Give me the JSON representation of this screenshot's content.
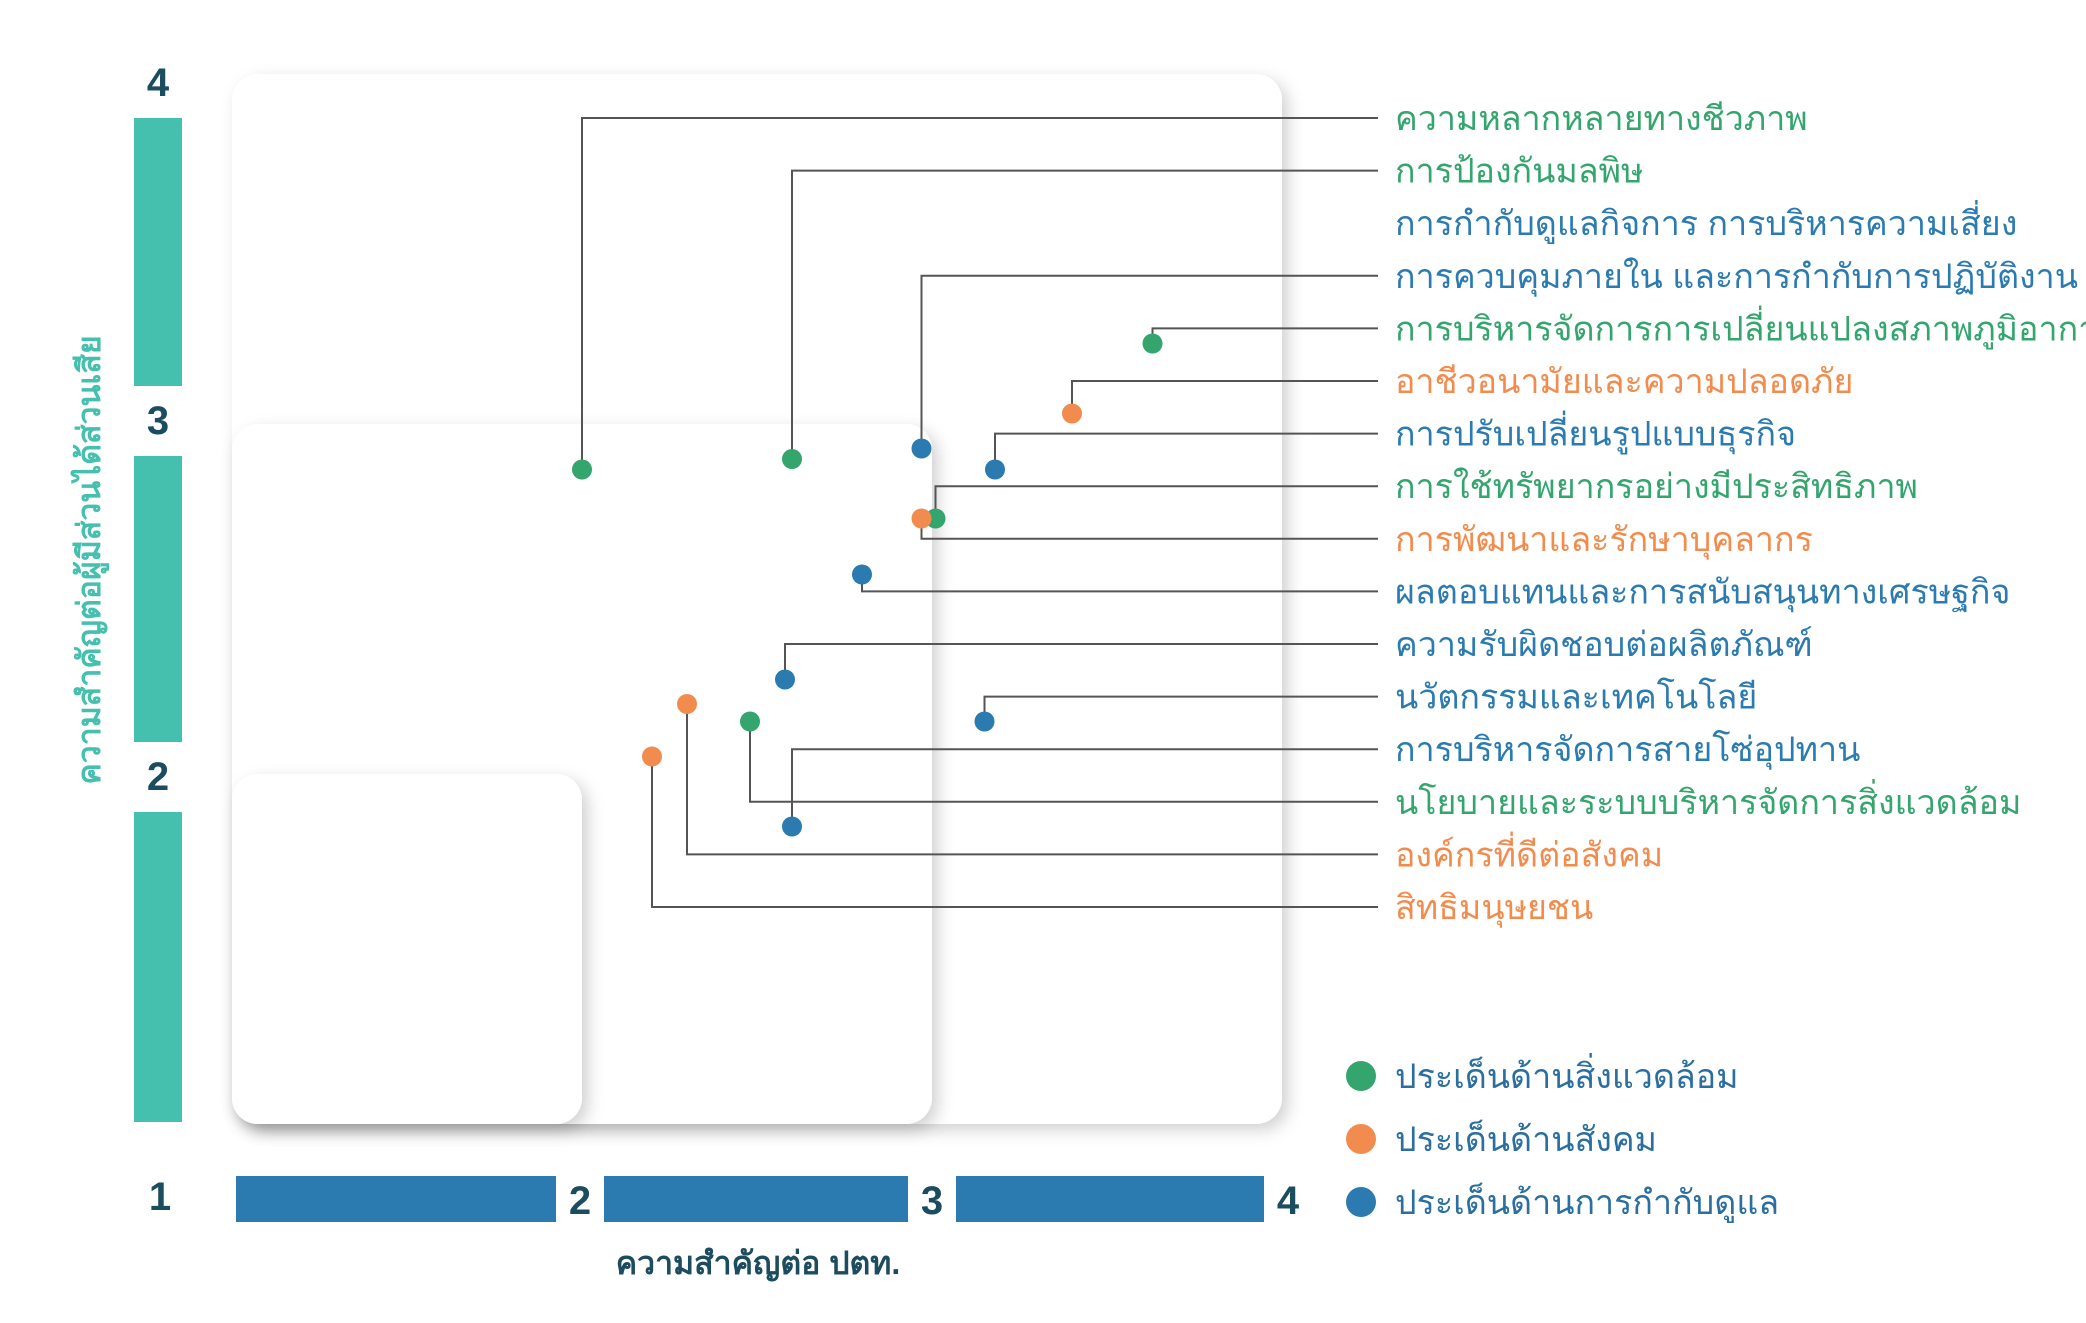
{
  "chart_data": {
    "type": "scatter",
    "xlabel": "ความสำคัญต่อ ปตท.",
    "ylabel": "ความสำคัญต่อผู้มีส่วนได้ส่วนเสีย",
    "xlim": [
      1,
      4
    ],
    "ylim": [
      1,
      4
    ],
    "x_ticks": [
      "1",
      "2",
      "3",
      "4"
    ],
    "y_ticks": [
      "1",
      "2",
      "3",
      "4"
    ],
    "grid": false,
    "legend_position": "right",
    "colors": {
      "environment": "#35a56e",
      "social": "#f28c4e",
      "governance": "#2b7bb0",
      "x_axis_bar": "#2b7bb0",
      "y_axis_bar": "#45c0ae",
      "tick_text": "#1c4c5f",
      "leader_line": "#555555"
    },
    "legend": [
      {
        "category": "environment",
        "label": "ประเด็นด้านสิ่งแวดล้อม"
      },
      {
        "category": "social",
        "label": "ประเด็นด้านสังคม"
      },
      {
        "category": "governance",
        "label": "ประเด็นด้านการกำกับดูแล"
      }
    ],
    "points": [
      {
        "label": "ความหลากหลายทางชีวภาพ",
        "category": "environment",
        "x": 2.0,
        "y": 2.87
      },
      {
        "label": "การป้องกันมลพิษ",
        "category": "environment",
        "x": 2.6,
        "y": 2.9
      },
      {
        "label": "การกำกับดูแลกิจการ การบริหารความเสี่ยง\nการควบคุมภายใน และการกำกับการปฏิบัติงาน",
        "category": "governance",
        "x": 2.97,
        "y": 2.93
      },
      {
        "label": "การบริหารจัดการการเปลี่ยนแปลงสภาพภูมิอากาศ",
        "category": "environment",
        "x": 3.63,
        "y": 3.23
      },
      {
        "label": "อาชีวอนามัยและความปลอดภัย",
        "category": "social",
        "x": 3.4,
        "y": 3.03
      },
      {
        "label": "การปรับเปลี่ยนรูปแบบธุรกิจ",
        "category": "governance",
        "x": 3.18,
        "y": 2.87
      },
      {
        "label": "การใช้ทรัพยากรอย่างมีประสิทธิภาพ",
        "category": "environment",
        "x": 3.01,
        "y": 2.73
      },
      {
        "label": "การพัฒนาและรักษาบุคลากร",
        "category": "social",
        "x": 2.97,
        "y": 2.73
      },
      {
        "label": "ผลตอบแทนและการสนับสนุนทางเศรษฐกิจ",
        "category": "governance",
        "x": 2.8,
        "y": 2.57
      },
      {
        "label": "ความรับผิดชอบต่อผลิตภัณฑ์",
        "category": "governance",
        "x": 2.58,
        "y": 2.27
      },
      {
        "label": "นวัตกรรมและเทคโนโลยี",
        "category": "governance",
        "x": 3.15,
        "y": 2.15
      },
      {
        "label": "การบริหารจัดการสายโซ่อุปทาน",
        "category": "governance",
        "x": 2.6,
        "y": 1.85
      },
      {
        "label": "นโยบายและระบบบริหารจัดการสิ่งแวดล้อม",
        "category": "environment",
        "x": 2.48,
        "y": 2.15
      },
      {
        "label": "องค์กรที่ดีต่อสังคม",
        "category": "social",
        "x": 2.3,
        "y": 2.2
      },
      {
        "label": "สิทธิมนุษยชน",
        "category": "social",
        "x": 2.2,
        "y": 2.05
      }
    ]
  }
}
